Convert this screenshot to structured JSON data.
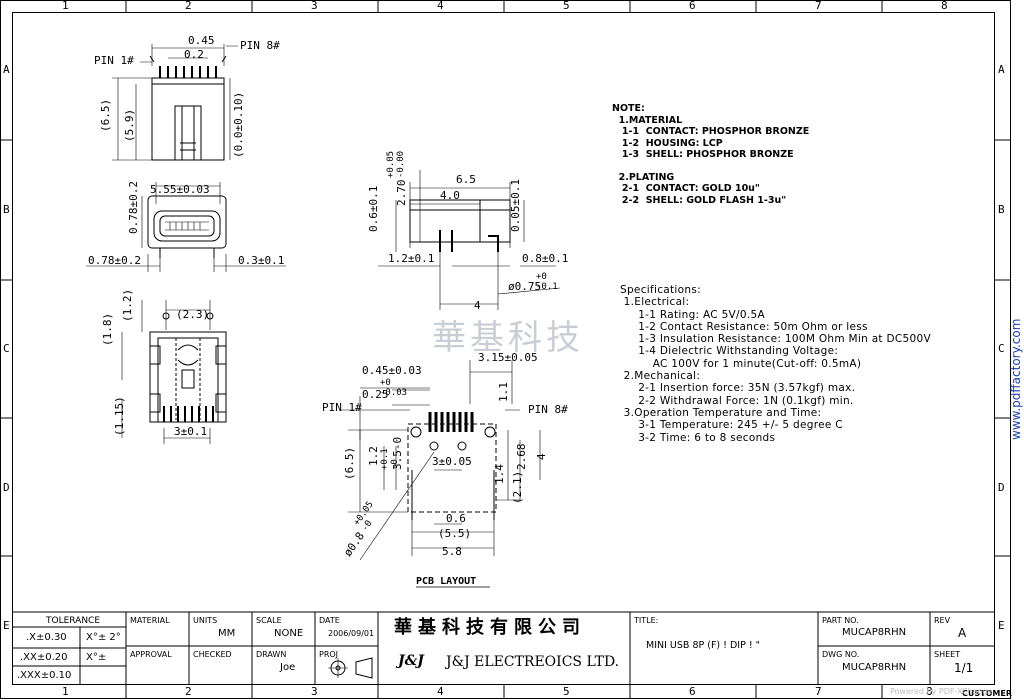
{
  "grid": {
    "columns": [
      "1",
      "2",
      "3",
      "4",
      "5",
      "6",
      "7",
      "8"
    ],
    "rows": [
      "A",
      "B",
      "C",
      "D",
      "E"
    ]
  },
  "views": {
    "top": {
      "pin1": "PIN 1#",
      "pin8": "PIN 8#",
      "dim_045": "0.45",
      "dim_02": "0.2",
      "dim_65": "(6.5)",
      "dim_59": "(5.9)",
      "dim_0010": "(0.0±0.10)"
    },
    "front": {
      "dim_555": "5.55±0.03",
      "dim_078v": "0.78±0.2",
      "dim_078h": "0.78±0.2",
      "dim_03": "0.3±0.1"
    },
    "bottom": {
      "dim_23": "(2.3)",
      "dim_12": "(1.2)",
      "dim_18": "(1.8)",
      "dim_115": "(1.15)",
      "dim_3": "3±0.1"
    },
    "side": {
      "dim_65": "6.5",
      "dim_40": "4.0",
      "dim_270": "2.70",
      "dim_270_tol": "+0.05\n-0.00",
      "dim_06": "0.6±0.1",
      "dim_005": "0.05±0.1",
      "dim_12": "1.2±0.1",
      "dim_08": "0.8±0.1",
      "dim_075": "ø0.75",
      "dim_075_tol": "+0\n-0.1",
      "dim_4": "4"
    },
    "pcb": {
      "title": "PCB LAYOUT",
      "pin1": "PIN 1#",
      "pin8": "PIN 8#",
      "dim_045": "0.45±0.03",
      "dim_025": "0.25",
      "dim_025_tol": "+0\n-0.03",
      "dim_315": "3.15±0.05",
      "dim_11": "1.1",
      "dim_65": "(6.5)",
      "dim_12": "1.2",
      "dim_01": "+0.1\n-0",
      "dim_35": "3.5-0",
      "dim_3": "3±0.05",
      "dim_268": "2.68",
      "dim_14": "1.4",
      "dim_21": "(2.1)",
      "dim_4": "4",
      "dim_06": "0.6",
      "dim_55": "(5.5)",
      "dim_58": "5.8",
      "dim_08": "ø0.8",
      "dim_08_tol": "+0.05\n-0"
    }
  },
  "notes": [
    "NOTE:",
    "  1.MATERIAL",
    "   1-1  CONTACT: PHOSPHOR BRONZE",
    "   1-2  HOUSING: LCP",
    "   1-3  SHELL: PHOSPHOR BRONZE",
    "",
    "  2.PLATING",
    "   2-1  CONTACT: GOLD 10u\"",
    "   2-2  SHELL: GOLD FLASH 1-3u\""
  ],
  "specifications": [
    "Specifications:",
    " 1.Electrical:",
    "     1-1 Rating: AC 5V/0.5A",
    "     1-2 Contact Resistance: 50m Ohm or less",
    "     1-3 Insulation Resistance: 100M Ohm Min at DC500V",
    "     1-4 Dielectric Withstanding Voltage:",
    "         AC 100V for 1 minute(Cut-off: 0.5mA)",
    " 2.Mechanical:",
    "     2-1 Insertion force: 35N (3.57kgf) max.",
    "     2-2 Withdrawal Force: 1N (0.1kgf) min.",
    " 3.Operation Temperature and Time:",
    "     3-1 Temperature: 245 +/- 5 degree C",
    "     3-2 Time: 6 to 8 seconds"
  ],
  "watermark": "華基科技",
  "side_url": "www.pdffactory.com",
  "title_block": {
    "tolerance_label": "TOLERANCE",
    "tol_rows": [
      {
        "a": ".X±0.30",
        "b": "X°± 2°"
      },
      {
        "a": ".XX±0.20",
        "b": "X°±"
      },
      {
        "a": ".XXX±0.10",
        "b": ""
      }
    ],
    "material_label": "MATERIAL",
    "approval_label": "APPROVAL",
    "units_label": "UNITS",
    "units_value": "MM",
    "scale_label": "SCALE",
    "scale_value": "NONE",
    "date_label": "DATE",
    "date_value": "2006/09/01",
    "checked_label": "CHECKED",
    "drawn_label": "DRAWN",
    "drawn_value": "Joe",
    "proj_label": "PROJ",
    "company_cn": "華基科技有限公司",
    "company_logo": "J&J",
    "company_en": "J&J ELECTREOICS LTD.",
    "title_label": "TITLE:",
    "title_value": "MINI USB 8P (F)  ! DIP  ! \"",
    "part_label": "PART NO.",
    "part_value": "MUCAP8RHN",
    "rev_label": "REV",
    "rev_value": "A",
    "dwg_label": "DWG NO.",
    "dwg_value": "MUCAP8RHN",
    "sheet_label": "SHEET",
    "sheet_value": "1/1",
    "customer_label": "CUSTOMER",
    "footer": "Powered by PDF-XChange"
  }
}
